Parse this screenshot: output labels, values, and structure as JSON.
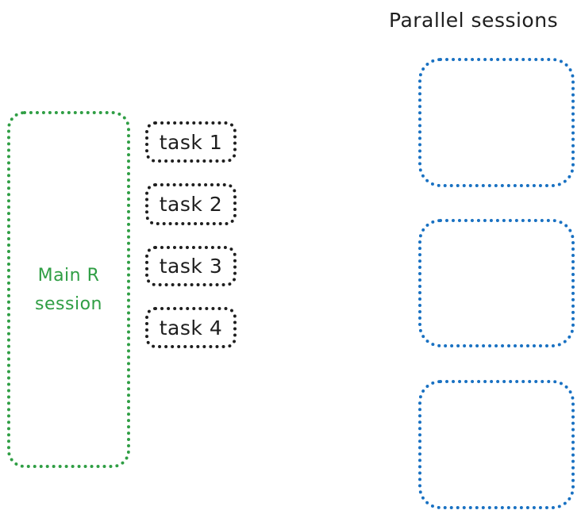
{
  "colors": {
    "main_session": "#2f9e44",
    "tasks": "#1e1e1e",
    "parallel_sessions": "#1971c2",
    "title": "#1e1e1e"
  },
  "main_session": {
    "label": "Main R\nsession"
  },
  "tasks": [
    {
      "label": "task 1"
    },
    {
      "label": "task 2"
    },
    {
      "label": "task 3"
    },
    {
      "label": "task 4"
    }
  ],
  "parallel": {
    "title": "Parallel sessions",
    "session_count": 3
  }
}
